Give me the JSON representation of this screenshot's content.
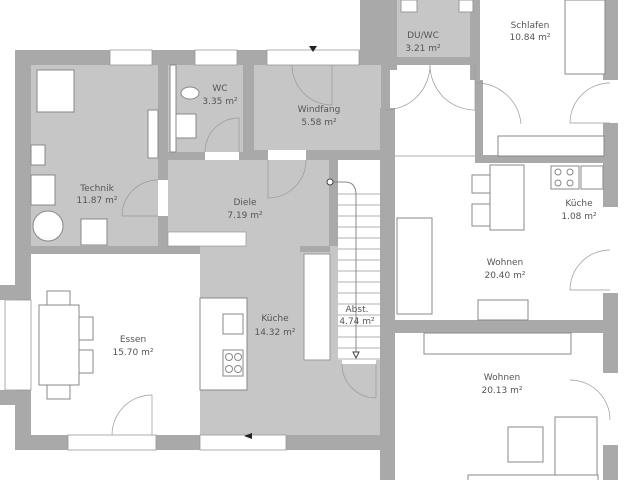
{
  "plan": {
    "colors": {
      "wall": "#a9a9a9",
      "room_fill": "#c6c6c6",
      "background": "#ffffff"
    },
    "rooms": [
      {
        "name": "Technik",
        "area": "11.87 m²"
      },
      {
        "name": "WC",
        "area": "3.35 m²"
      },
      {
        "name": "Windfang",
        "area": "5.58 m²"
      },
      {
        "name": "Diele",
        "area": "7.19 m²"
      },
      {
        "name": "Essen",
        "area": "15.70 m²"
      },
      {
        "name": "Küche",
        "area": "14.32 m²"
      },
      {
        "name": "Abst.",
        "area": "4.74 m²"
      },
      {
        "name": "DU/WC",
        "area": "3.21 m²"
      },
      {
        "name": "Schlafen",
        "area": "10.84 m²"
      },
      {
        "name": "Küche",
        "area": "1.08 m²"
      },
      {
        "name": "Wohnen",
        "area": "20.40 m²"
      },
      {
        "name": "Wohnen",
        "area": "20.13 m²"
      }
    ]
  }
}
